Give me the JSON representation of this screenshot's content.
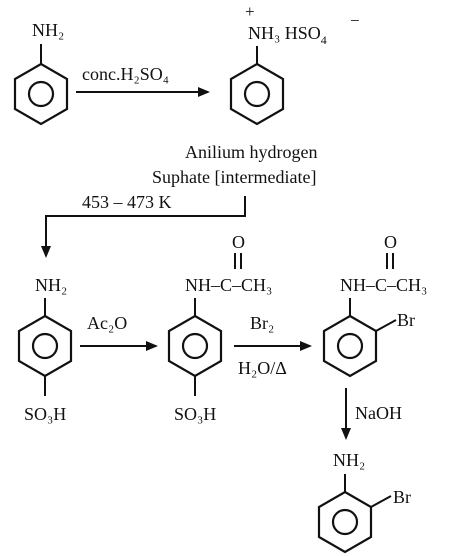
{
  "step1": {
    "reactant_group": "NH₂",
    "reagent": "conc.H₂SO₄",
    "product_plus": "+",
    "product_group": "NH₃ HSO",
    "product_sub": "4",
    "product_minus": "−",
    "caption_line1": "Anilium hydrogen",
    "caption_line2": "Suphate [intermediate]"
  },
  "step2": {
    "condition": "453 – 473 K"
  },
  "row2": {
    "sulfanilic_top": "NH₂",
    "sulfanilic_bottom": "SO₃H",
    "reagent_ac2o": "Ac₂O",
    "acetyl_top": "NH–C–CH₃",
    "acetyl_oxygen": "O",
    "acetyl_bottom": "SO₃H",
    "reagent_br2": "Br₂",
    "reagent_h2o": "H₂O/Δ",
    "bromo_top": "NH–C–CH₃",
    "bromo_oxygen": "O",
    "bromo_sub": "Br"
  },
  "step_final": {
    "reagent": "NaOH",
    "product_top": "NH₂",
    "product_sub": "Br"
  }
}
